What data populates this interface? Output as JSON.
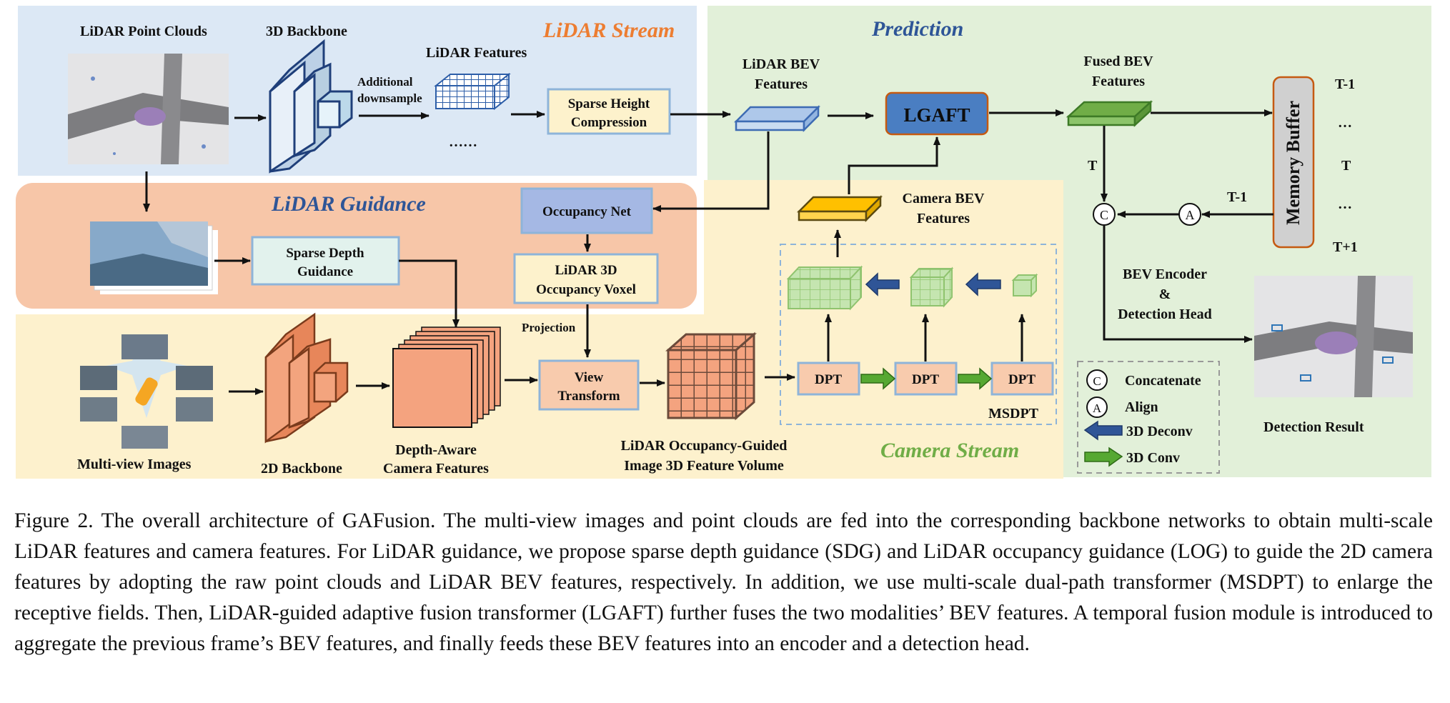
{
  "streams": {
    "lidar_stream": "LiDAR Stream",
    "prediction": "Prediction",
    "lidar_guidance": "LiDAR Guidance",
    "camera_stream": "Camera Stream"
  },
  "labels": {
    "lidar_point_clouds": "LiDAR Point Clouds",
    "backbone_3d": "3D Backbone",
    "additional": "Additional",
    "downsample": "downsample",
    "lidar_features": "LiDAR Features",
    "dots": "……",
    "lidar_bev_1": "LiDAR BEV",
    "lidar_bev_2": "Features",
    "fused_bev_1": "Fused BEV",
    "fused_bev_2": "Features",
    "camera_bev_1": "Camera BEV",
    "camera_bev_2": "Features",
    "projection": "Projection",
    "multiview_images": "Multi-view Images",
    "backbone_2d": "2D Backbone",
    "depth_aware_1": "Depth-Aware",
    "depth_aware_2": "Camera Features",
    "volume_1": "LiDAR Occupancy-Guided",
    "volume_2": "Image 3D Feature Volume",
    "msdpt": "MSDPT",
    "t_minus_1": "T-1",
    "ellipsis_1": "…",
    "t": "T",
    "ellipsis_2": "…",
    "t_plus_1": "T+1",
    "arrow_t": "T",
    "arrow_t_minus_1": "T-1",
    "encoder_1": "BEV Encoder",
    "encoder_2": "&",
    "encoder_3": "Detection Head",
    "detection_result": "Detection Result"
  },
  "boxes": {
    "sparse_height_1": "Sparse Height",
    "sparse_height_2": "Compression",
    "lgaft": "LGAFT",
    "memory_buffer": "Memory Buffer",
    "occupancy_net": "Occupancy Net",
    "sparse_depth_1": "Sparse Depth",
    "sparse_depth_2": "Guidance",
    "occ_voxel_1": "LiDAR 3D",
    "occ_voxel_2": "Occupancy Voxel",
    "view_transform_1": "View",
    "view_transform_2": "Transform",
    "dpt_1": "DPT",
    "dpt_2": "DPT",
    "dpt_3": "DPT"
  },
  "legend": {
    "concatenate_symbol": "C",
    "concatenate": "Concatenate",
    "align_symbol": "A",
    "align": "Align",
    "deconv": "3D Deconv",
    "conv": "3D Conv"
  },
  "colors": {
    "lidar_stream_bg": "#dce8f5",
    "prediction_bg": "#e2f0d9",
    "guidance_bg": "#f7c6a8",
    "camera_stream_bg": "#fdf1cd",
    "lidar_stream_title": "#ed7d31",
    "blue_title": "#2e5597",
    "camera_stream_title": "#70ad47",
    "lgaft": "#4a7ec2",
    "deconv_arrow": "#2f5597",
    "conv_arrow": "#56a832"
  },
  "caption": "Figure 2. The overall architecture of GAFusion. The multi-view images and point clouds are fed into the corresponding backbone networks to obtain multi-scale LiDAR features and camera features. For LiDAR guidance, we propose sparse depth guidance (SDG) and LiDAR occupancy guidance (LOG) to guide the 2D camera features by adopting the raw point clouds and LiDAR BEV features, respectively. In addition, we use multi-scale dual-path transformer (MSDPT) to enlarge the receptive fields. Then, LiDAR-guided adaptive fusion transformer (LGAFT) further fuses the two modalities’ BEV features. A temporal fusion module is introduced to aggregate the previous frame’s BEV features, and finally feeds these BEV features into an encoder and a detection head."
}
